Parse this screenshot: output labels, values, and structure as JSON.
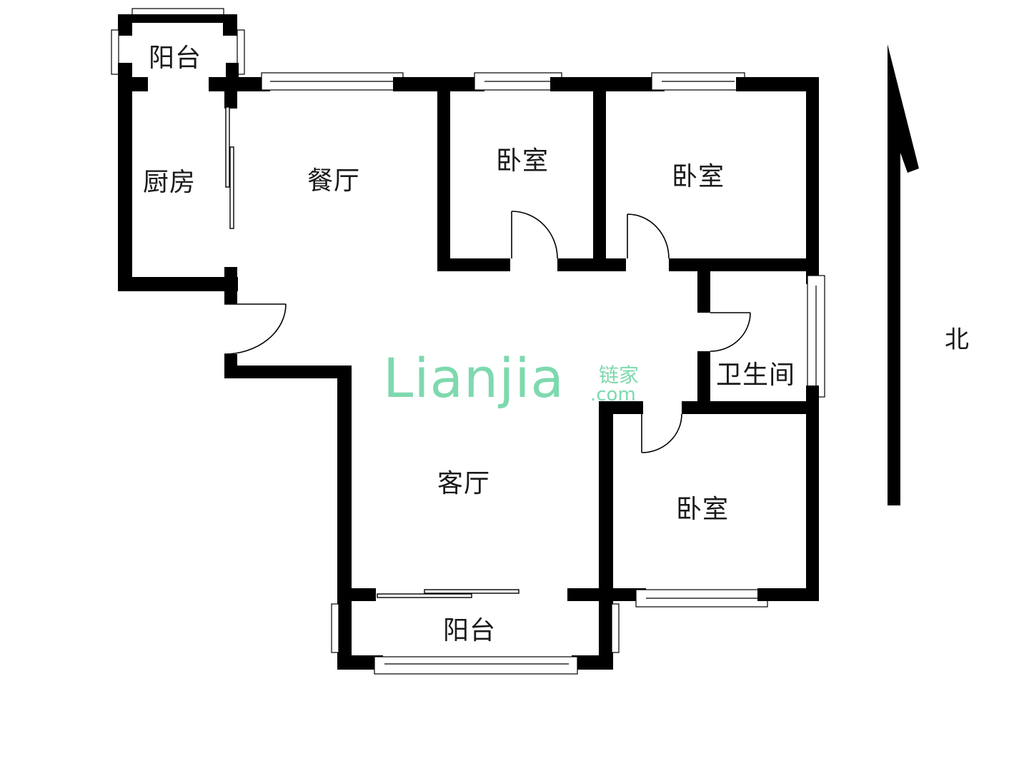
{
  "rooms": {
    "balcony_top": "阳台",
    "kitchen": "厨房",
    "dining": "餐厅",
    "bedroom_1": "卧室",
    "bedroom_2": "卧室",
    "bathroom": "卫生间",
    "living": "客厅",
    "bedroom_3": "卧室",
    "balcony_bottom": "阳台"
  },
  "compass": {
    "north": "北"
  },
  "watermark": {
    "logo": "Lianjia",
    "cn": "链家",
    "domain": ".com"
  },
  "colors": {
    "wall": "#000000",
    "watermark": "#7ed9ae",
    "background": "#ffffff"
  },
  "icons": {
    "north_arrow": "north-arrow-icon"
  }
}
